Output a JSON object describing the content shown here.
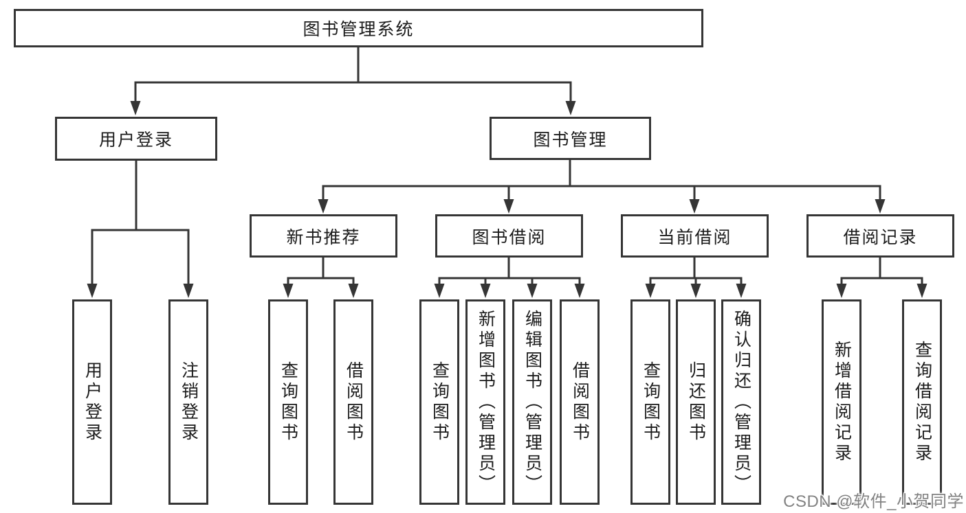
{
  "nodes": {
    "root": "图书管理系统",
    "user_login": "用户登录",
    "book_mgmt": "图书管理",
    "new_book_rec": "新书推荐",
    "book_borrow": "图书借阅",
    "current_borrow": "当前借阅",
    "borrow_records": "借阅记录",
    "leaf_user_login": "用户登录",
    "leaf_logout": "注销登录",
    "rec_query_book": "查询图书",
    "rec_borrow_book": "借阅图书",
    "bb_query_book": "查询图书",
    "bb_add_book": "新增图书（管理员）",
    "bb_edit_book": "编辑图书（管理员）",
    "bb_borrow_book": "借阅图书",
    "cb_query_book": "查询图书",
    "cb_return_book": "归还图书",
    "cb_confirm_return": "确认归还（管理员）",
    "br_add_record": "新增借阅记录",
    "br_query_record": "查询借阅记录"
  },
  "watermark": {
    "text": "CSDN @软件_小贺同学",
    "color": "#828282"
  },
  "colors": {
    "line": "#353535",
    "text": "#1b1b1b",
    "background": "#ffffff"
  }
}
